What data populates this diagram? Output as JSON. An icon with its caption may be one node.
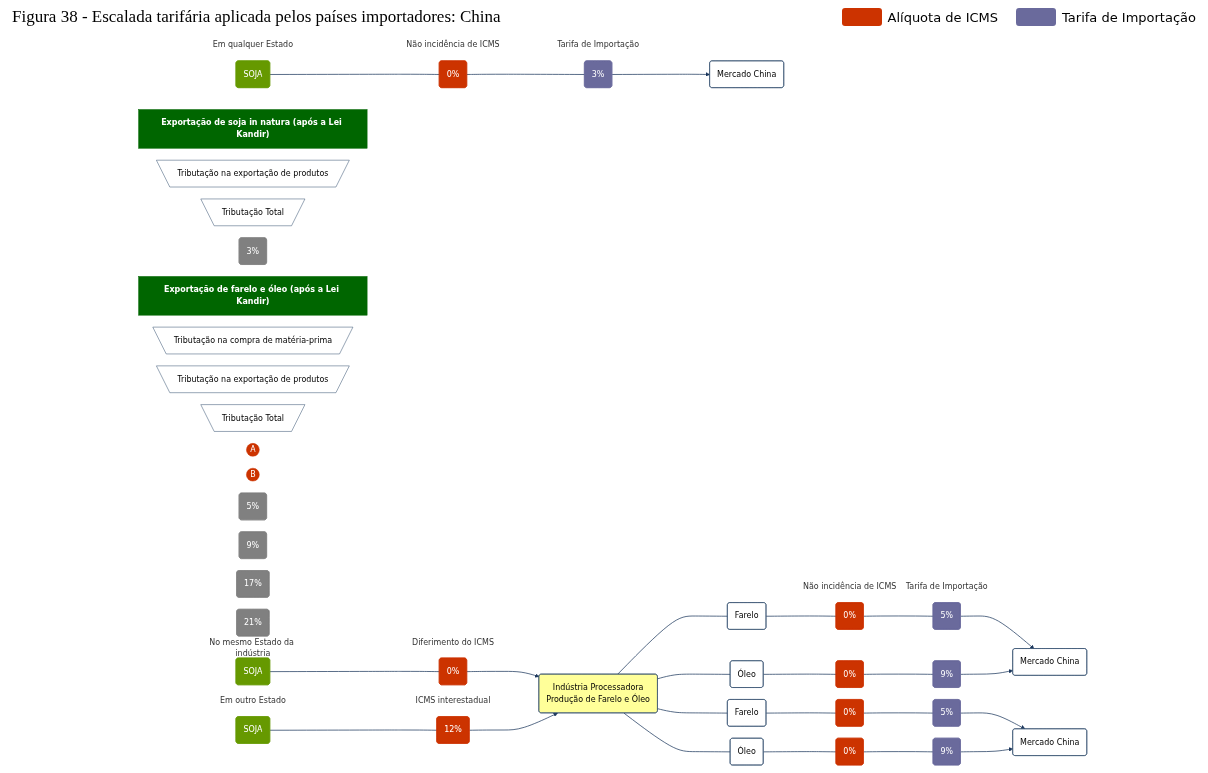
{
  "diagram": {
    "title": "Figura 38 - Escalada tarifária aplicada pelos países importadores: China",
    "nodes": [
      {
        "text": [
          "Exportação de soja in natura (após a Lei Kandir)"
        ]
      },
      {
        "text": [
          "Tributação na exportação de produtos"
        ]
      },
      {
        "text": [
          "Tributação Total"
        ]
      },
      {
        "text": [
          "SOJA"
        ],
        "beside": [
          "Em qualquer Estado"
        ]
      },
      {
        "text": [
          "0%"
        ],
        "beside": [
          "Não incidência de ICMS"
        ]
      },
      {
        "text": [
          "3%"
        ],
        "beside": [
          "Tarifa de Importação"
        ]
      },
      {
        "text": [
          "Mercado China"
        ]
      },
      {
        "text": [
          "3%"
        ]
      },
      {
        "text": [
          "Exportação de farelo e óleo (após a Lei Kandir)"
        ]
      },
      {
        "text": [
          "Tributação na compra de matéria-prima"
        ]
      },
      {
        "text": [
          "Tributação na exportação de produtos"
        ]
      },
      {
        "text": [
          "Tributação Total"
        ]
      },
      {
        "text": [
          "A"
        ]
      },
      {
        "text": [
          "SOJA"
        ],
        "beside": [
          "No mesmo Estado da indústria"
        ]
      },
      {
        "text": [
          "0%"
        ],
        "beside": [
          "Diferimento do ICMS"
        ]
      },
      {
        "text": [
          "Indústria Processadora",
          "Produção de Farelo e Óleo"
        ]
      },
      {
        "text": [
          "B"
        ]
      },
      {
        "text": [
          "SOJA"
        ],
        "beside": [
          "Em outro Estado"
        ]
      },
      {
        "text": [
          "12%"
        ],
        "beside": [
          "ICMS interestadual"
        ]
      },
      {
        "text": [
          "Farelo"
        ]
      },
      {
        "text": [
          "0%"
        ],
        "beside": [
          "Não incidência de ICMS"
        ]
      },
      {
        "text": [
          "5%"
        ],
        "beside": [
          "Tarifa de Importação"
        ]
      },
      {
        "text": [
          "Mercado China"
        ]
      },
      {
        "text": [
          "5%"
        ]
      },
      {
        "text": [
          "Óleo"
        ]
      },
      {
        "text": [
          "0%"
        ]
      },
      {
        "text": [
          "9%"
        ]
      },
      {
        "text": [
          "9%"
        ]
      },
      {
        "text": [
          "Farelo"
        ]
      },
      {
        "text": [
          "0%"
        ]
      },
      {
        "text": [
          "5%"
        ]
      },
      {
        "text": [
          "Mercado China"
        ]
      },
      {
        "text": [
          "17%"
        ]
      },
      {
        "text": [
          "Óleo"
        ]
      },
      {
        "text": [
          "0%"
        ]
      },
      {
        "text": [
          "9%"
        ]
      },
      {
        "text": [
          "21%"
        ]
      }
    ],
    "edges": [
      {
        "from": 3,
        "to": 4,
        "arrow": "none"
      },
      {
        "from": 4,
        "to": 5,
        "arrow": "none"
      },
      {
        "from": 5,
        "to": 6,
        "arrow": "to"
      },
      {
        "from": 13,
        "to": 14,
        "arrow": "none"
      },
      {
        "from": 14,
        "to": 15,
        "arrow": "to"
      },
      {
        "from": 17,
        "to": 18,
        "arrow": "none"
      },
      {
        "from": 18,
        "to": 15,
        "arrow": "to"
      },
      {
        "from": 15,
        "to": 19,
        "arrow": "none"
      },
      {
        "from": 15,
        "to": 24,
        "arrow": "none"
      },
      {
        "from": 15,
        "to": 28,
        "arrow": "none"
      },
      {
        "from": 15,
        "to": 33,
        "arrow": "none"
      },
      {
        "from": 19,
        "to": 20,
        "arrow": "none"
      },
      {
        "from": 20,
        "to": 21,
        "arrow": "none"
      },
      {
        "from": 21,
        "to": 22,
        "arrow": "to"
      },
      {
        "from": 24,
        "to": 25,
        "arrow": "none"
      },
      {
        "from": 25,
        "to": 26,
        "arrow": "none"
      },
      {
        "from": 26,
        "to": 22,
        "arrow": "to"
      },
      {
        "from": 28,
        "to": 29,
        "arrow": "none"
      },
      {
        "from": 29,
        "to": 30,
        "arrow": "none"
      },
      {
        "from": 30,
        "to": 31,
        "arrow": "to"
      },
      {
        "from": 33,
        "to": 34,
        "arrow": "none"
      },
      {
        "from": 34,
        "to": 35,
        "arrow": "none"
      },
      {
        "from": 35,
        "to": 31,
        "arrow": "to"
      }
    ],
    "legend": [
      {
        "text": "Alíquota de ICMS",
        "color": "#cc3300"
      },
      {
        "text": "Tarifa de Importação",
        "color": "#6a6a9c"
      }
    ]
  }
}
